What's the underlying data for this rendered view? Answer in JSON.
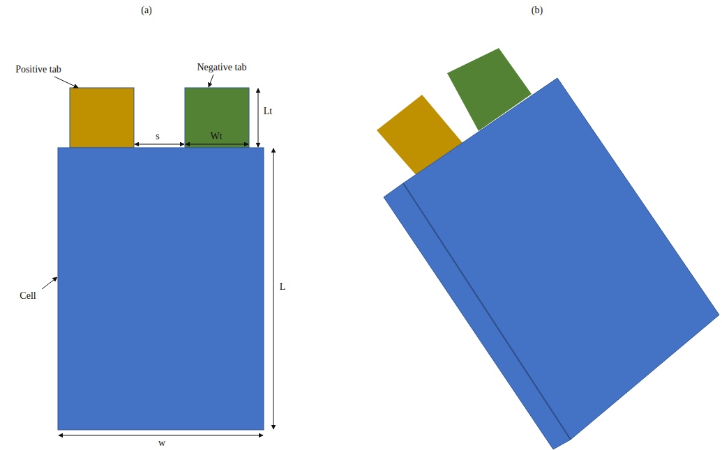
{
  "diagram": {
    "labels": [
      "(a)",
      "(b)",
      "Positive tab",
      "Negative tab",
      "s",
      "Wt",
      "Lt",
      "Cell",
      "L",
      "w"
    ]
  }
}
